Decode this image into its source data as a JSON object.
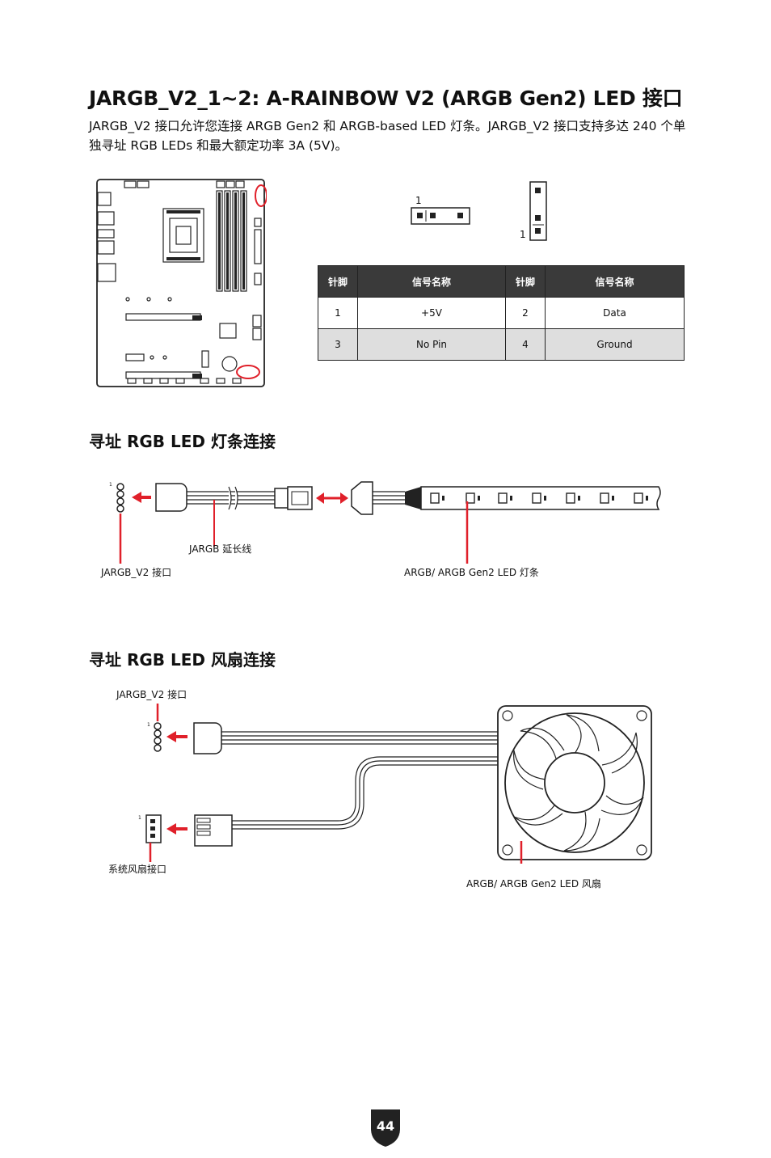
{
  "title": "JARGB_V2_1~2: A-RAINBOW V2 (ARGB Gen2) LED 接口",
  "intro": "JARGB_V2 接口允许您连接 ARGB Gen2 和 ARGB-based LED 灯条。JARGB_V2 接口支持多达 240 个单独寻址 RGB LEDs 和最大额定功率 3A (5V)。",
  "pin_diagram": {
    "horizontal_pin1": "1",
    "vertical_pin1": "1"
  },
  "pin_table": {
    "headers": [
      "针脚",
      "信号名称",
      "针脚",
      "信号名称"
    ],
    "rows": [
      [
        "1",
        "+5V",
        "2",
        "Data"
      ],
      [
        "3",
        "No Pin",
        "4",
        "Ground"
      ]
    ]
  },
  "section_strip": {
    "heading": "寻址 RGB LED 灯条连接",
    "pin1": "1",
    "cable_label": "JARGB 延长线",
    "header_label": "JARGB_V2 接口",
    "device_label": "ARGB/ ARGB Gen2 LED 灯条"
  },
  "section_fan": {
    "heading": "寻址 RGB LED 风扇连接",
    "header_label": "JARGB_V2 接口",
    "pin1_a": "1",
    "pin1_b": "1",
    "fan_header_label": "系统风扇接口",
    "device_label": "ARGB/ ARGB Gen2 LED 风扇"
  },
  "page_number": "44",
  "colors": {
    "accent": "#e0202a",
    "table_header": "#3a3a3a",
    "table_alt_row": "#dedede"
  }
}
